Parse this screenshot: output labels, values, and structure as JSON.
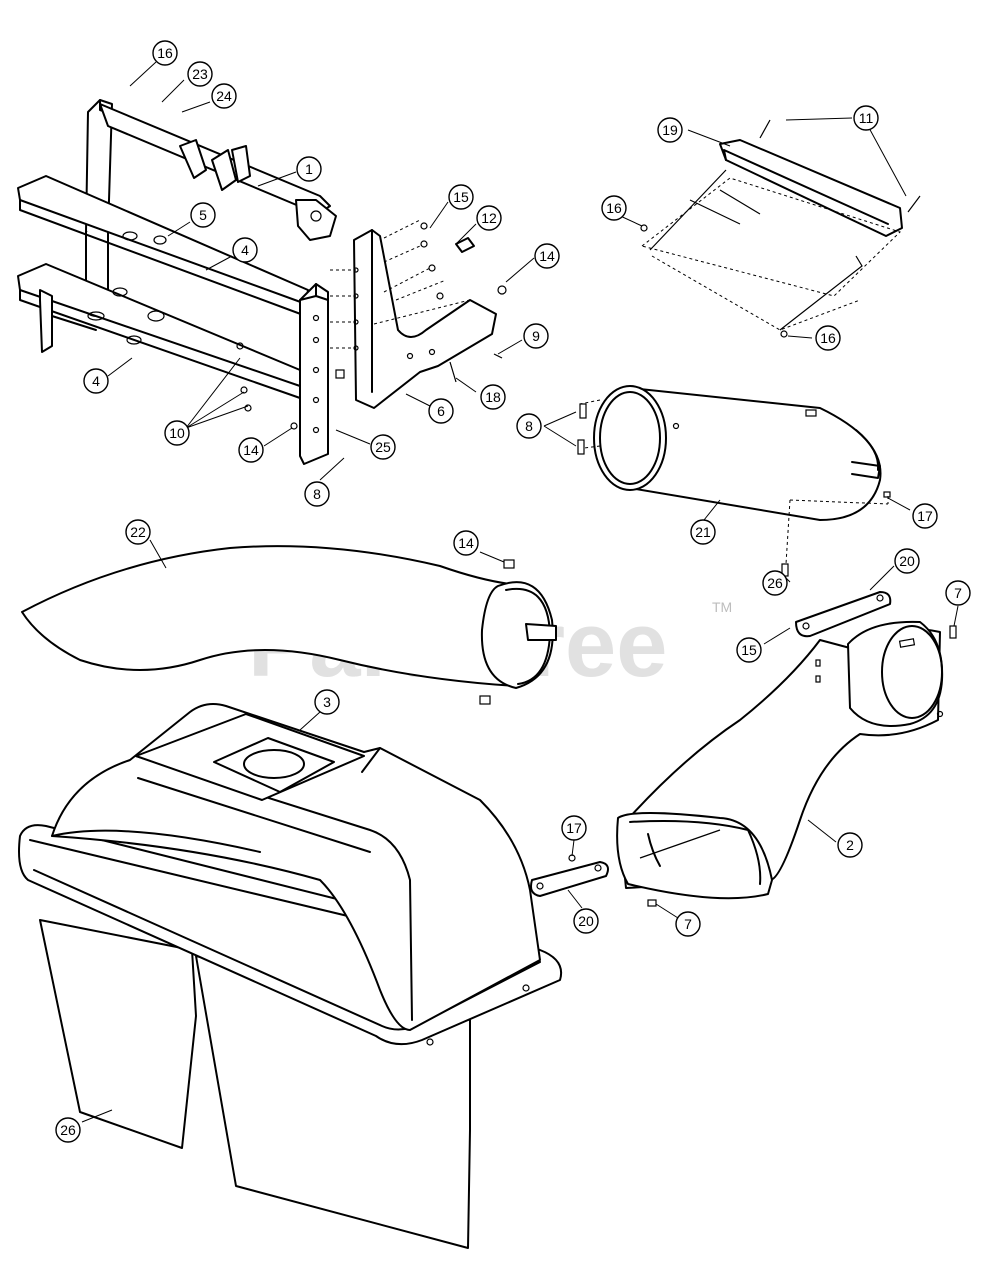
{
  "watermark": {
    "text": "PartsTree",
    "trademark": "TM"
  },
  "callouts": [
    {
      "id": "c16a",
      "label": "16"
    },
    {
      "id": "c23",
      "label": "23"
    },
    {
      "id": "c24",
      "label": "24"
    },
    {
      "id": "c1",
      "label": "1"
    },
    {
      "id": "c5",
      "label": "5"
    },
    {
      "id": "c4a",
      "label": "4"
    },
    {
      "id": "c4b",
      "label": "4"
    },
    {
      "id": "c15a",
      "label": "15"
    },
    {
      "id": "c12",
      "label": "12"
    },
    {
      "id": "c14a",
      "label": "14"
    },
    {
      "id": "c9",
      "label": "9"
    },
    {
      "id": "c18",
      "label": "18"
    },
    {
      "id": "c6",
      "label": "6"
    },
    {
      "id": "c10",
      "label": "10"
    },
    {
      "id": "c14b",
      "label": "14"
    },
    {
      "id": "c25",
      "label": "25"
    },
    {
      "id": "c8a",
      "label": "8"
    },
    {
      "id": "c19",
      "label": "19"
    },
    {
      "id": "c11",
      "label": "11"
    },
    {
      "id": "c16b",
      "label": "16"
    },
    {
      "id": "c16c",
      "label": "16"
    },
    {
      "id": "c8b",
      "label": "8"
    },
    {
      "id": "c21",
      "label": "21"
    },
    {
      "id": "c17a",
      "label": "17"
    },
    {
      "id": "c26a",
      "label": "26"
    },
    {
      "id": "c20a",
      "label": "20"
    },
    {
      "id": "c15b",
      "label": "15"
    },
    {
      "id": "c7a",
      "label": "7"
    },
    {
      "id": "c22",
      "label": "22"
    },
    {
      "id": "c14c",
      "label": "14"
    },
    {
      "id": "c3",
      "label": "3"
    },
    {
      "id": "c2",
      "label": "2"
    },
    {
      "id": "c17b",
      "label": "17"
    },
    {
      "id": "c20b",
      "label": "20"
    },
    {
      "id": "c7b",
      "label": "7"
    },
    {
      "id": "c26b",
      "label": "26"
    }
  ]
}
